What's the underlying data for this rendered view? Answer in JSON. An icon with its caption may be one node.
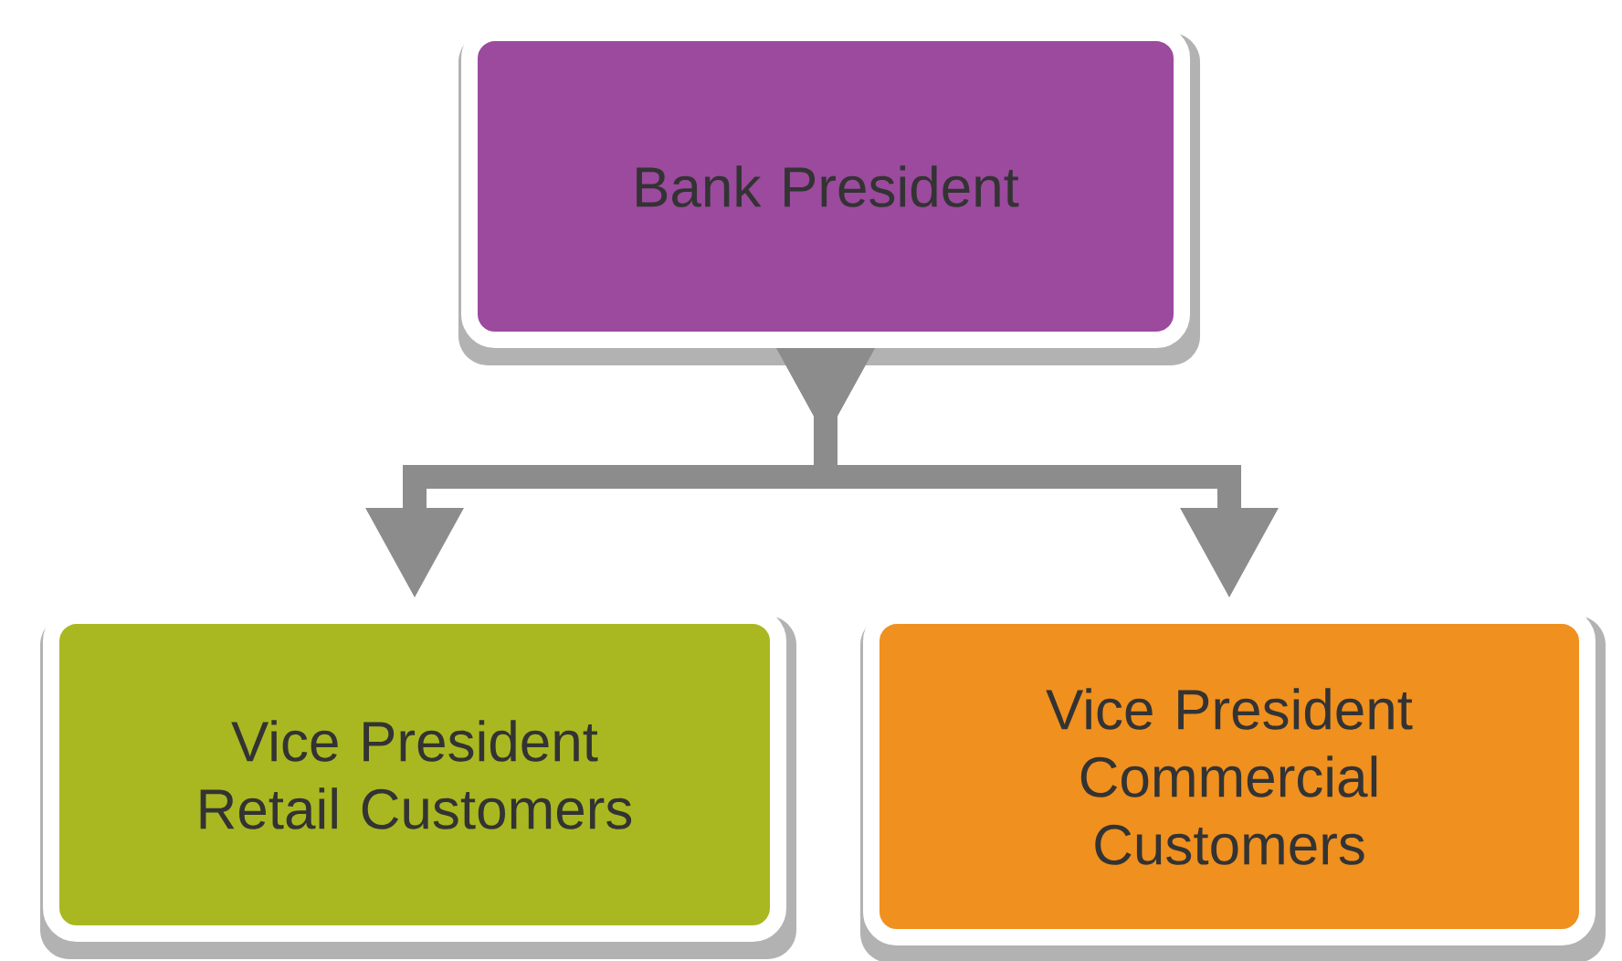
{
  "diagram": {
    "nodes": [
      {
        "text": [
          "Bank President"
        ]
      },
      {
        "text": [
          "Vice President Retail Customers"
        ]
      },
      {
        "text": [
          "Vice President Commercial Customers"
        ]
      }
    ],
    "edges": [
      {
        "from": 0,
        "to": 1,
        "arrow": "to"
      },
      {
        "from": 0,
        "to": 2,
        "arrow": "to"
      }
    ]
  }
}
